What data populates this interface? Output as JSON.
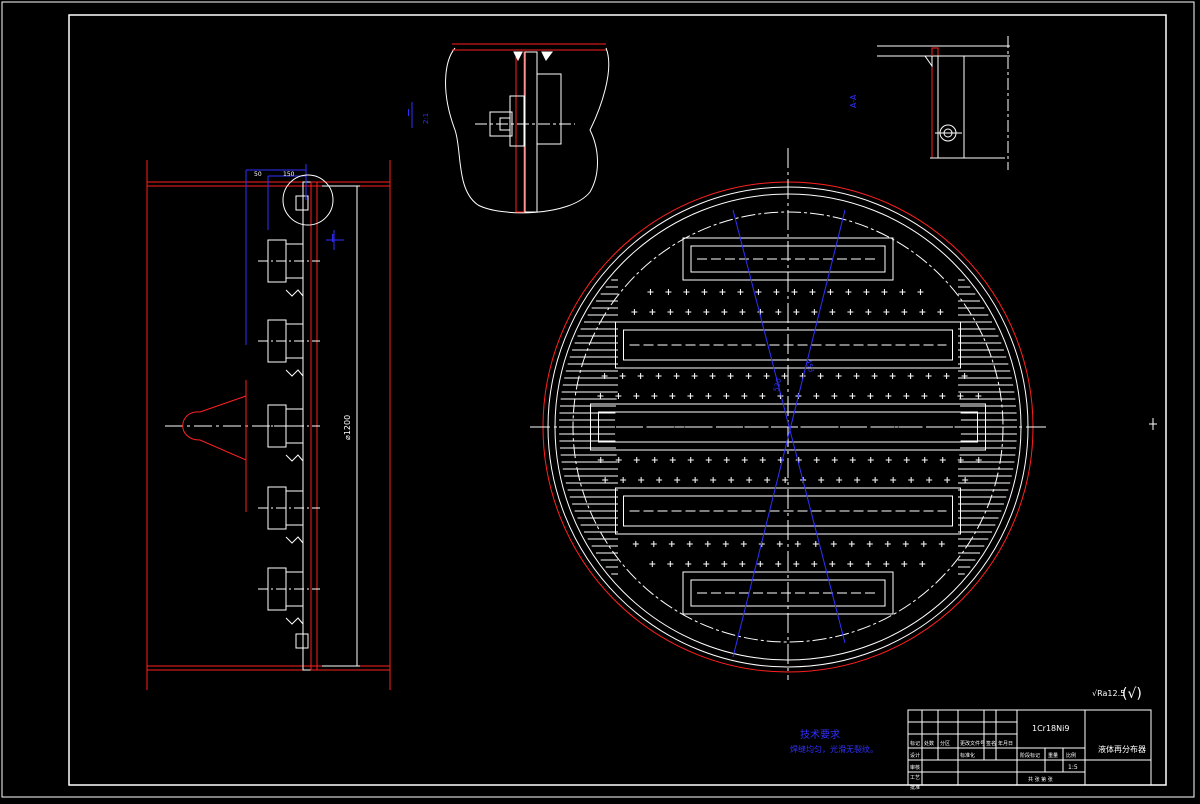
{
  "colors": {
    "background": "#000000",
    "line": "#ffffff",
    "section": "#ff2020",
    "dimension": "#3030ff",
    "border": "#ffffff"
  },
  "dimensions": {
    "diameter": "⌀1200",
    "top_left": "50",
    "top_right": "150",
    "diag_a": "530",
    "diag_b": "453"
  },
  "views": {
    "detail_label": "I",
    "detail_scale": "2:1",
    "section_label": "A-A",
    "section_view_label": "I"
  },
  "surface": {
    "roughness": "√Ra12.5",
    "remaining": "(√)"
  },
  "notes": {
    "title": "技术要求",
    "line1": "焊缝均匀，光滑无裂纹。"
  },
  "title_block": {
    "material": "1Cr18Ni9",
    "part_name": "液体再分布器",
    "labels": [
      "标记",
      "处数",
      "分区",
      "更改文件号",
      "签名",
      "年月日"
    ],
    "labels2": [
      "设计",
      "标准化",
      "阶段标记",
      "重量",
      "比例"
    ],
    "labels3": [
      "审核",
      "工艺",
      "批准"
    ],
    "scale": "1:5",
    "sheet": "共 张 第 张"
  }
}
